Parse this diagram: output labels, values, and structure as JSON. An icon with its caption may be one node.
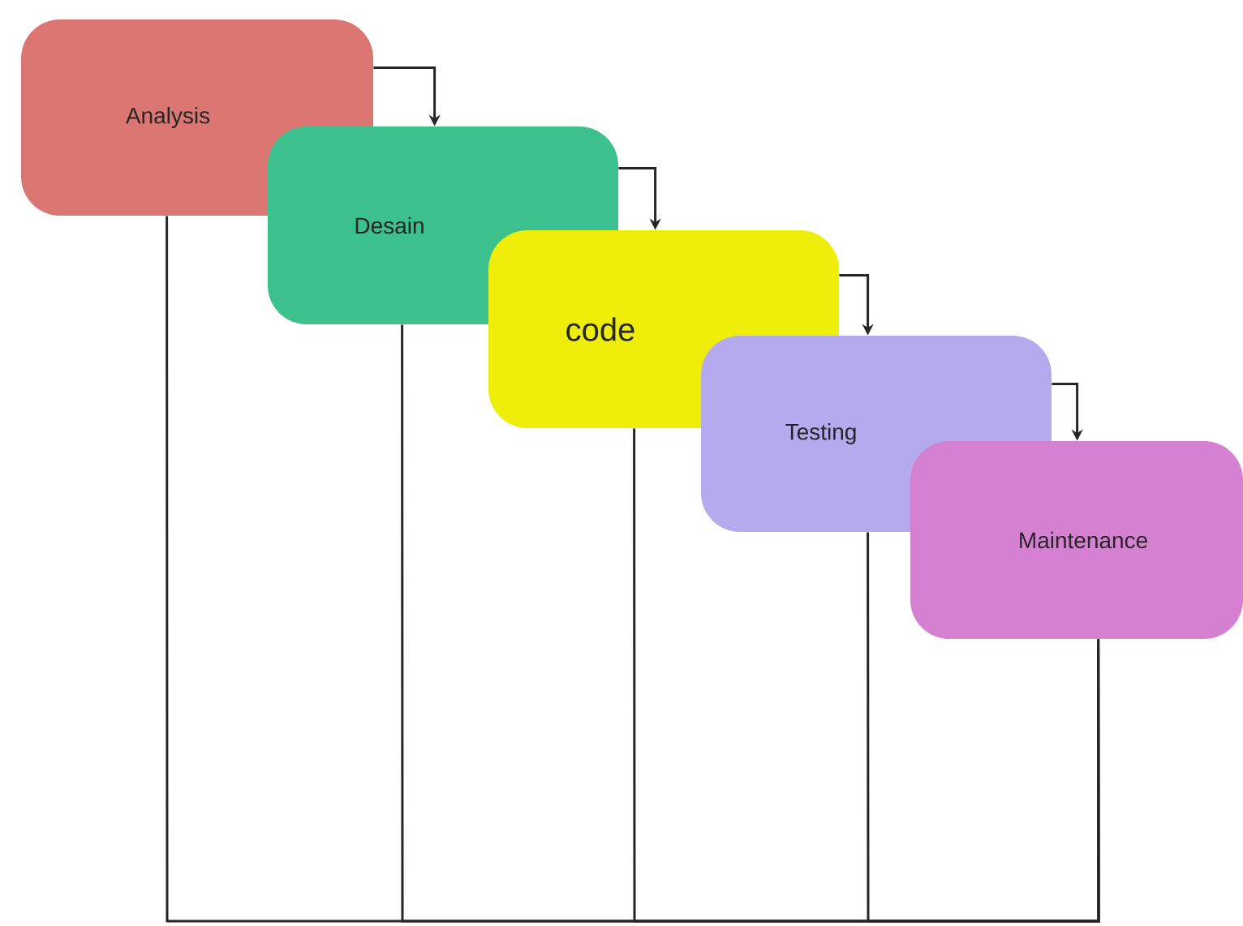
{
  "diagram": {
    "nodes": [
      {
        "text": [
          "Analysis"
        ]
      },
      {
        "text": [
          "Desain"
        ]
      },
      {
        "text": [
          "code"
        ]
      },
      {
        "text": [
          "Testing"
        ]
      },
      {
        "text": [
          "Maintenance"
        ]
      }
    ],
    "edges": [
      {
        "from": 0,
        "to": 1,
        "arrow": "to"
      },
      {
        "from": 1,
        "to": 2,
        "arrow": "to"
      },
      {
        "from": 2,
        "to": 3,
        "arrow": "to"
      },
      {
        "from": 3,
        "to": 4,
        "arrow": "to"
      },
      {
        "from": 0,
        "to": 4,
        "arrow": "none"
      },
      {
        "from": 1,
        "to": 4,
        "arrow": "none"
      },
      {
        "from": 2,
        "to": 4,
        "arrow": "none"
      },
      {
        "from": 3,
        "to": 4,
        "arrow": "none"
      }
    ]
  }
}
